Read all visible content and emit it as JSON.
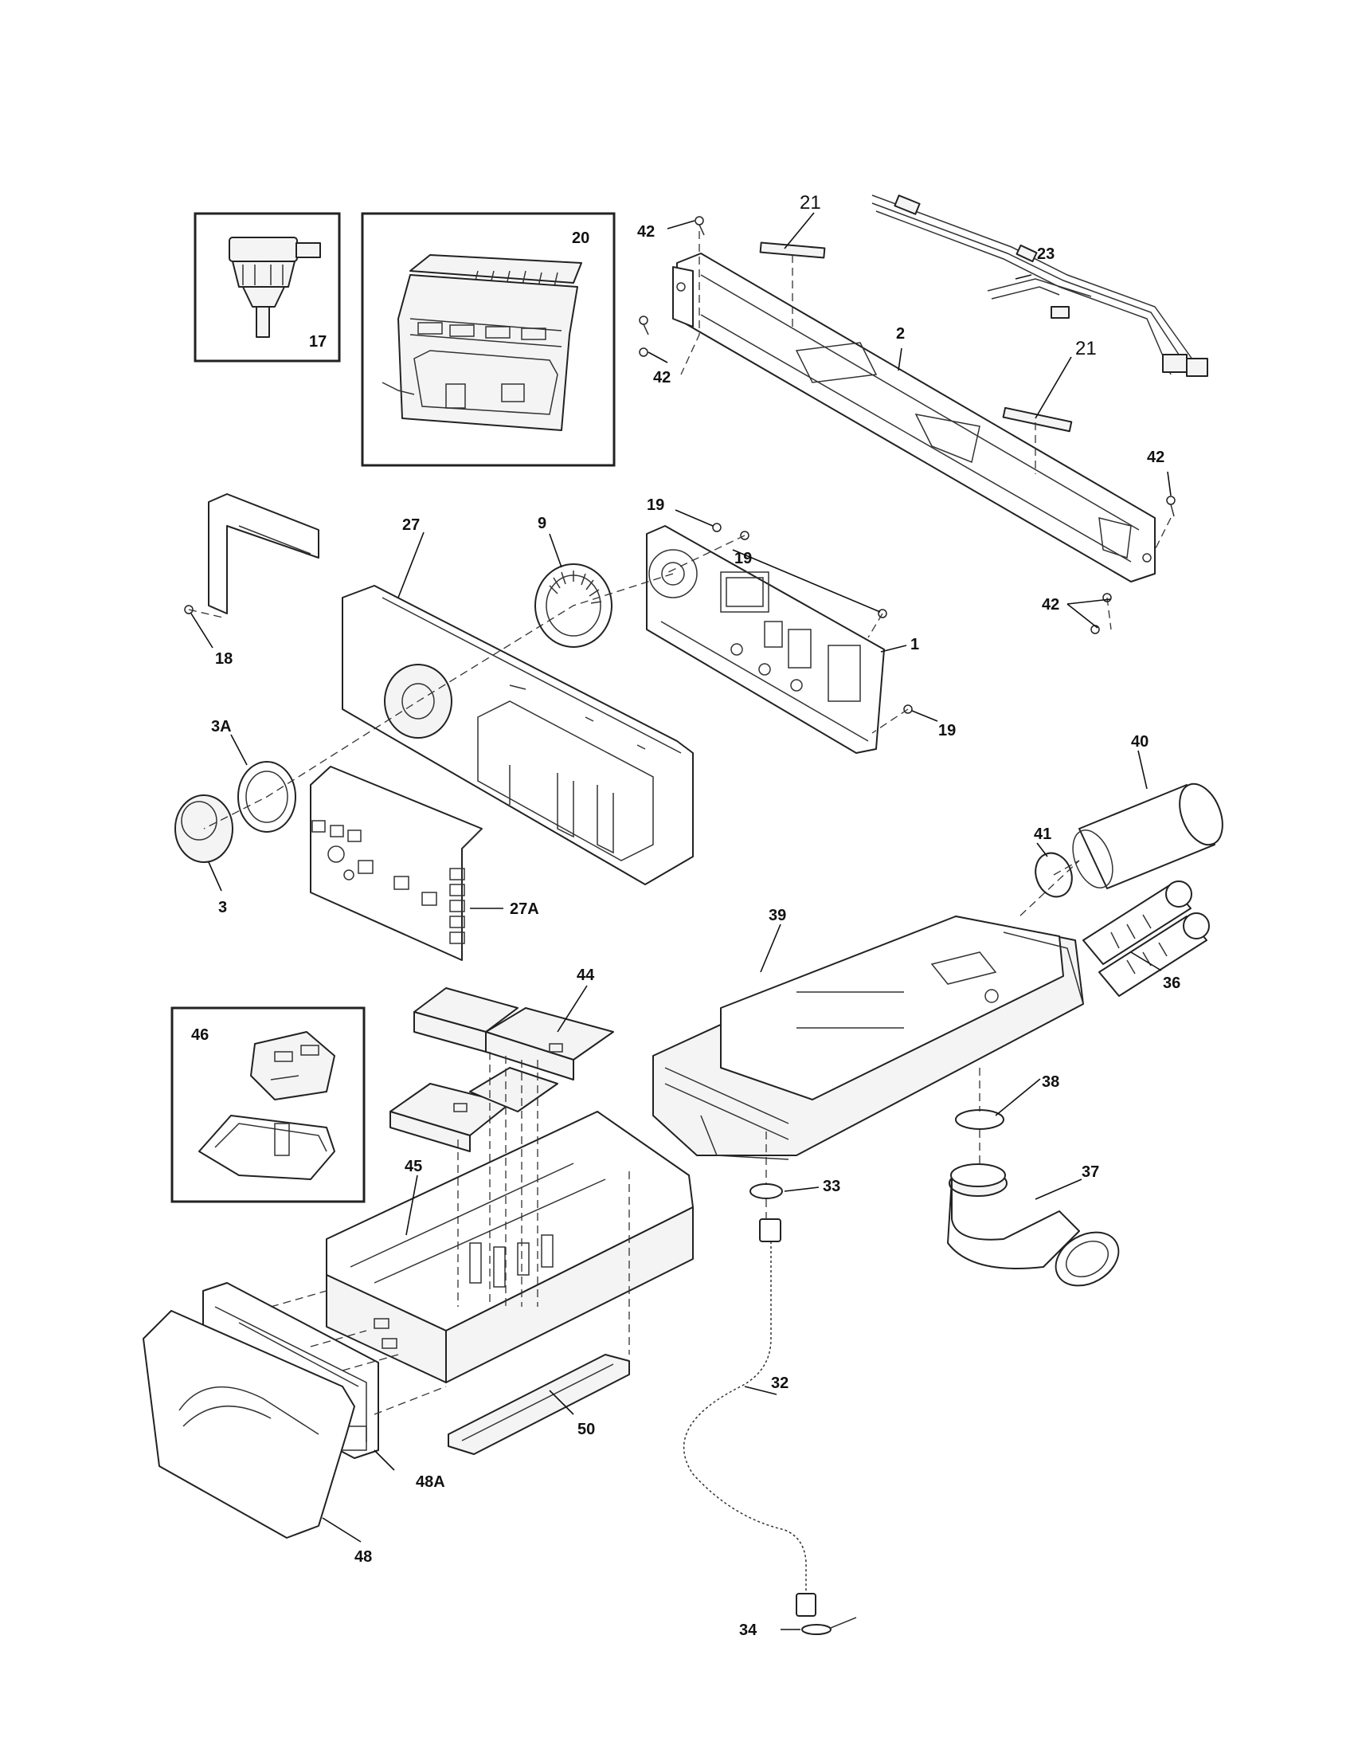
{
  "callouts": {
    "c17": "17",
    "c20": "20",
    "c42a": "42",
    "c42b": "42",
    "c42c": "42",
    "c42d": "42",
    "c21a": "21",
    "c21b": "21",
    "c23": "23",
    "c2": "2",
    "c27": "27",
    "c9": "9",
    "c19a": "19",
    "c19b": "19",
    "c19c": "19",
    "c18": "18",
    "c1": "1",
    "c3A": "3A",
    "c3": "3",
    "c27A": "27A",
    "c40": "40",
    "c41": "41",
    "c39": "39",
    "c36": "36",
    "c44": "44",
    "c46": "46",
    "c38": "38",
    "c45": "45",
    "c33": "33",
    "c37": "37",
    "c32": "32",
    "c50": "50",
    "c48A": "48A",
    "c48": "48",
    "c34": "34"
  }
}
